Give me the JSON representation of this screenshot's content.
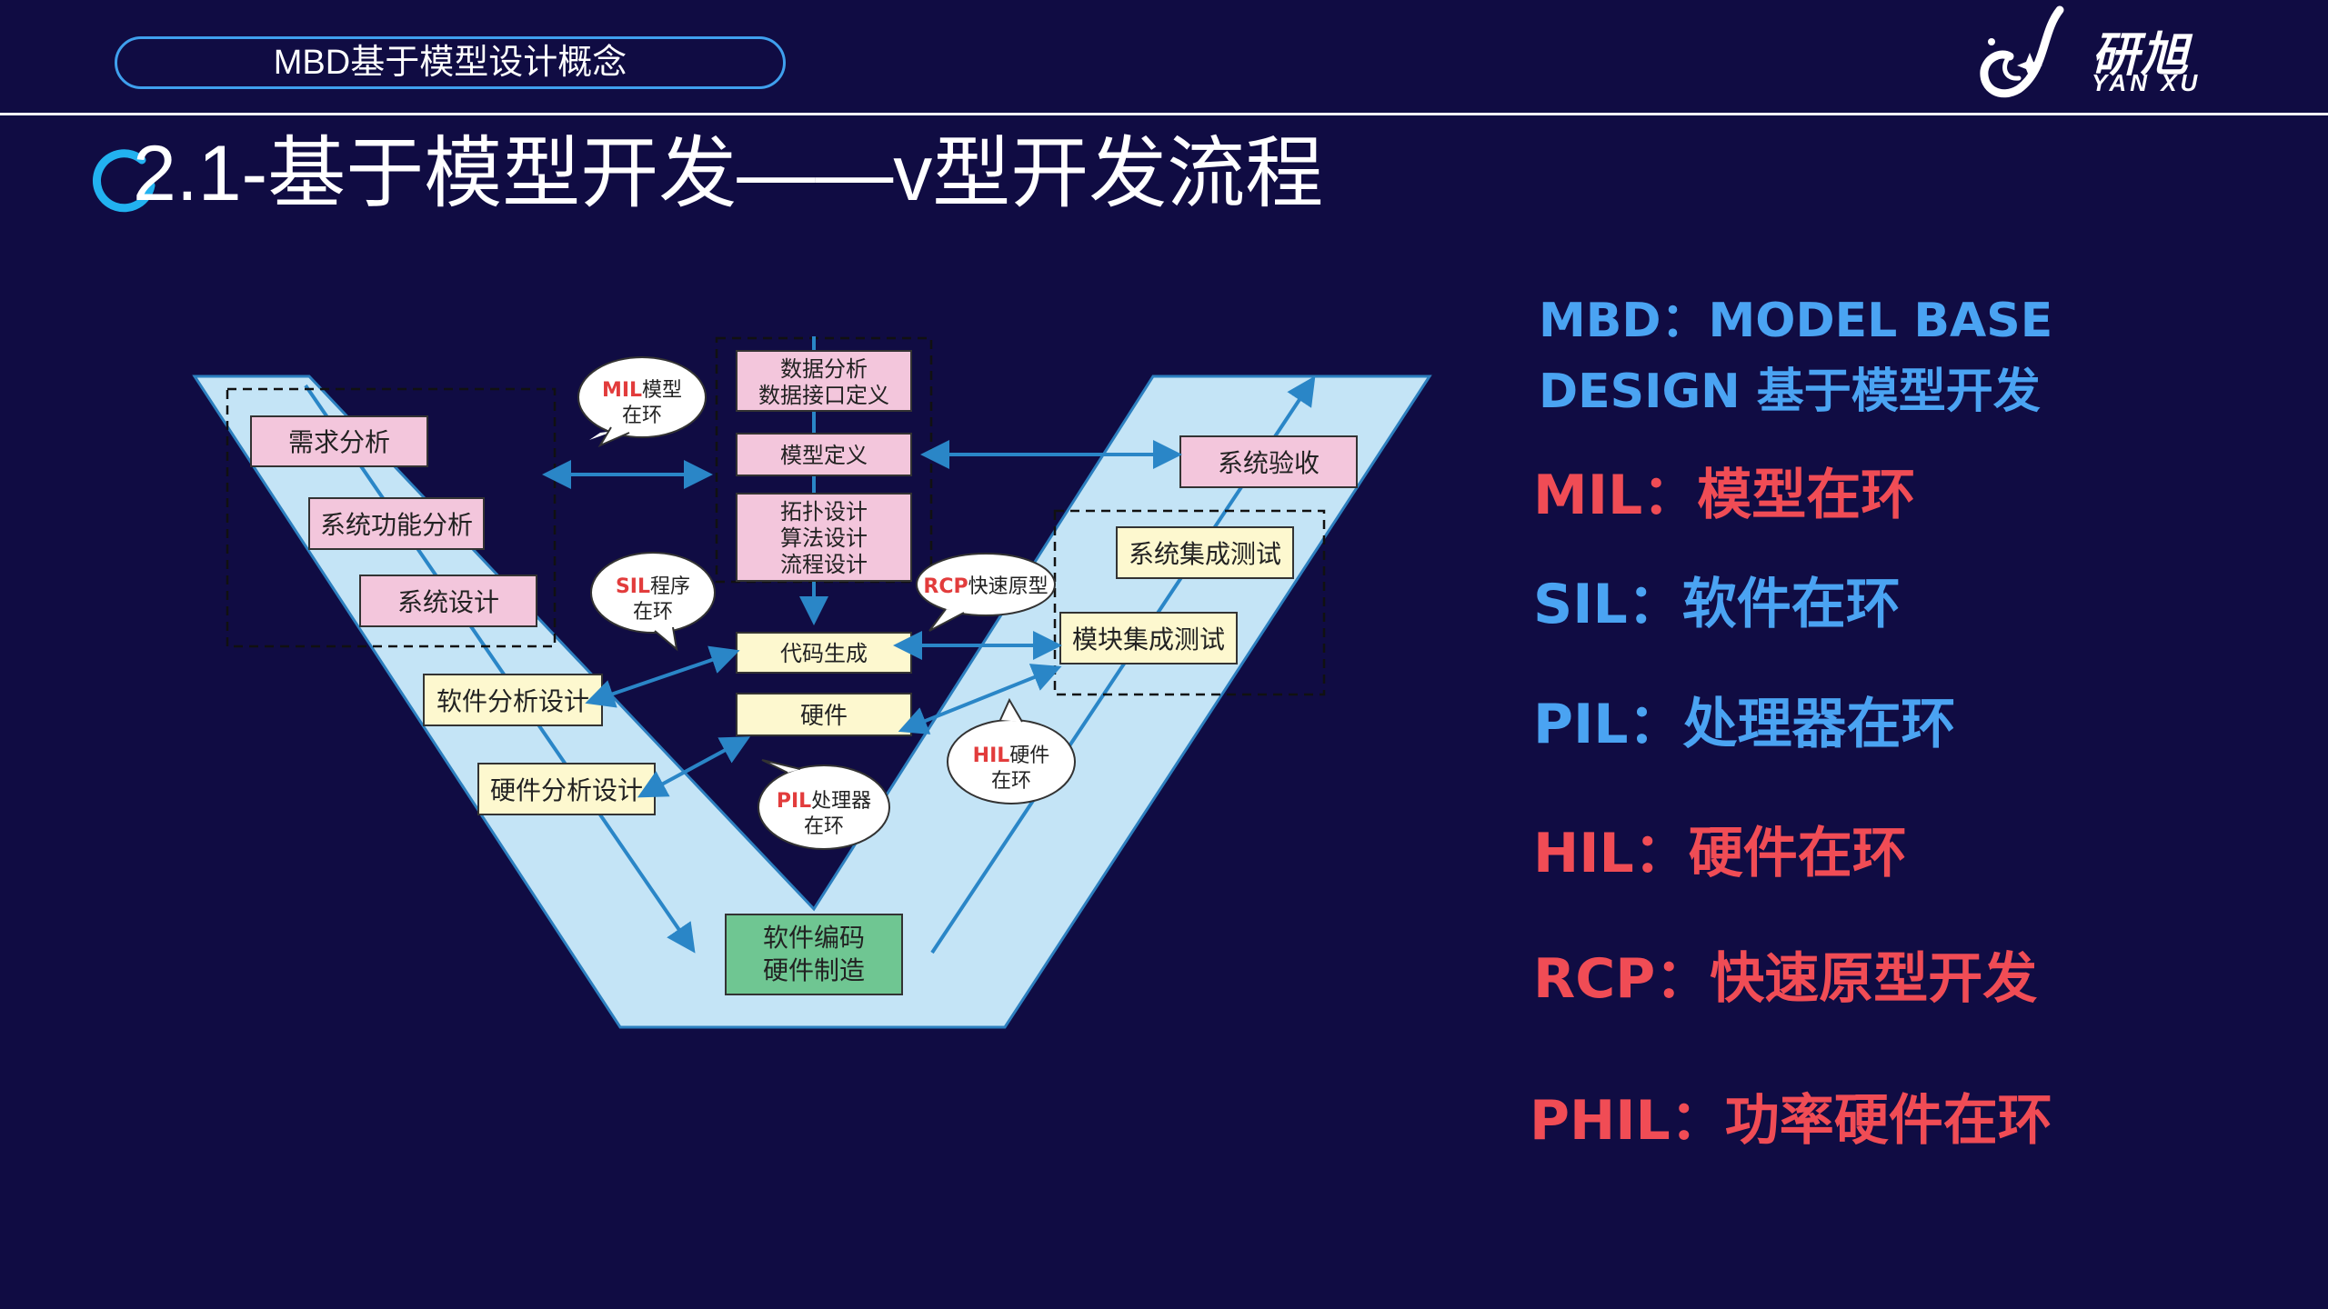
{
  "header": {
    "section_label": "MBD基于模型设计概念",
    "logo_cn": "研旭",
    "logo_en": "YAN XU",
    "page_title": "2.1-基于模型开发——v型开发流程"
  },
  "diagram": {
    "left_boxes": [
      {
        "key": "req",
        "label": "需求分析"
      },
      {
        "key": "sysfunc",
        "label": "系统功能分析"
      },
      {
        "key": "sysdesign",
        "label": "系统设计"
      },
      {
        "key": "swdesign",
        "label": "软件分析设计"
      },
      {
        "key": "hwdesign",
        "label": "硬件分析设计"
      }
    ],
    "center_boxes": [
      {
        "key": "data",
        "lines": [
          "数据分析",
          "数据接口定义"
        ]
      },
      {
        "key": "model",
        "lines": [
          "模型定义"
        ]
      },
      {
        "key": "topo",
        "lines": [
          "拓扑设计",
          "算法设计",
          "流程设计"
        ]
      },
      {
        "key": "codegen",
        "lines": [
          "代码生成"
        ]
      },
      {
        "key": "hw",
        "lines": [
          "硬件"
        ]
      }
    ],
    "right_boxes": [
      {
        "key": "accept",
        "label": "系统验收"
      },
      {
        "key": "sysint",
        "label": "系统集成测试"
      },
      {
        "key": "modint",
        "label": "模块集成测试"
      }
    ],
    "bottom_box": [
      "软件编码",
      "硬件制造"
    ],
    "bubbles": [
      {
        "key": "mil",
        "tag": "MIL",
        "text": "模型",
        "line2": "在环"
      },
      {
        "key": "sil",
        "tag": "SIL",
        "text": "程序",
        "line2": "在环"
      },
      {
        "key": "rcp",
        "tag": "RCP",
        "text": "快速原型",
        "line2": ""
      },
      {
        "key": "hil",
        "tag": "HIL",
        "text": "硬件",
        "line2": "在环"
      },
      {
        "key": "pil",
        "tag": "PIL",
        "text": "处理器",
        "line2": "在环"
      }
    ],
    "colors": {
      "v_fill": "#c4e4f6",
      "v_stroke": "#2c7fbf",
      "pink": "#f3c6dc",
      "yellow": "#fdf8cf",
      "green": "#6fc692",
      "arrow": "#2a86c7",
      "bubble_tag": "#e23c3c"
    }
  },
  "legend": {
    "mbd_line1": "MBD：MODEL BASE",
    "mbd_line2": "DESIGN 基于模型开发",
    "mil": "MIL：模型在环",
    "sil": "SIL：软件在环",
    "pil": "PIL：处理器在环",
    "hil": "HIL：硬件在环",
    "rcp": "RCP：快速原型开发",
    "phil": "PHIL：功率硬件在环",
    "colors": {
      "blue": "#4aa3f2",
      "red": "#f04c55"
    }
  }
}
